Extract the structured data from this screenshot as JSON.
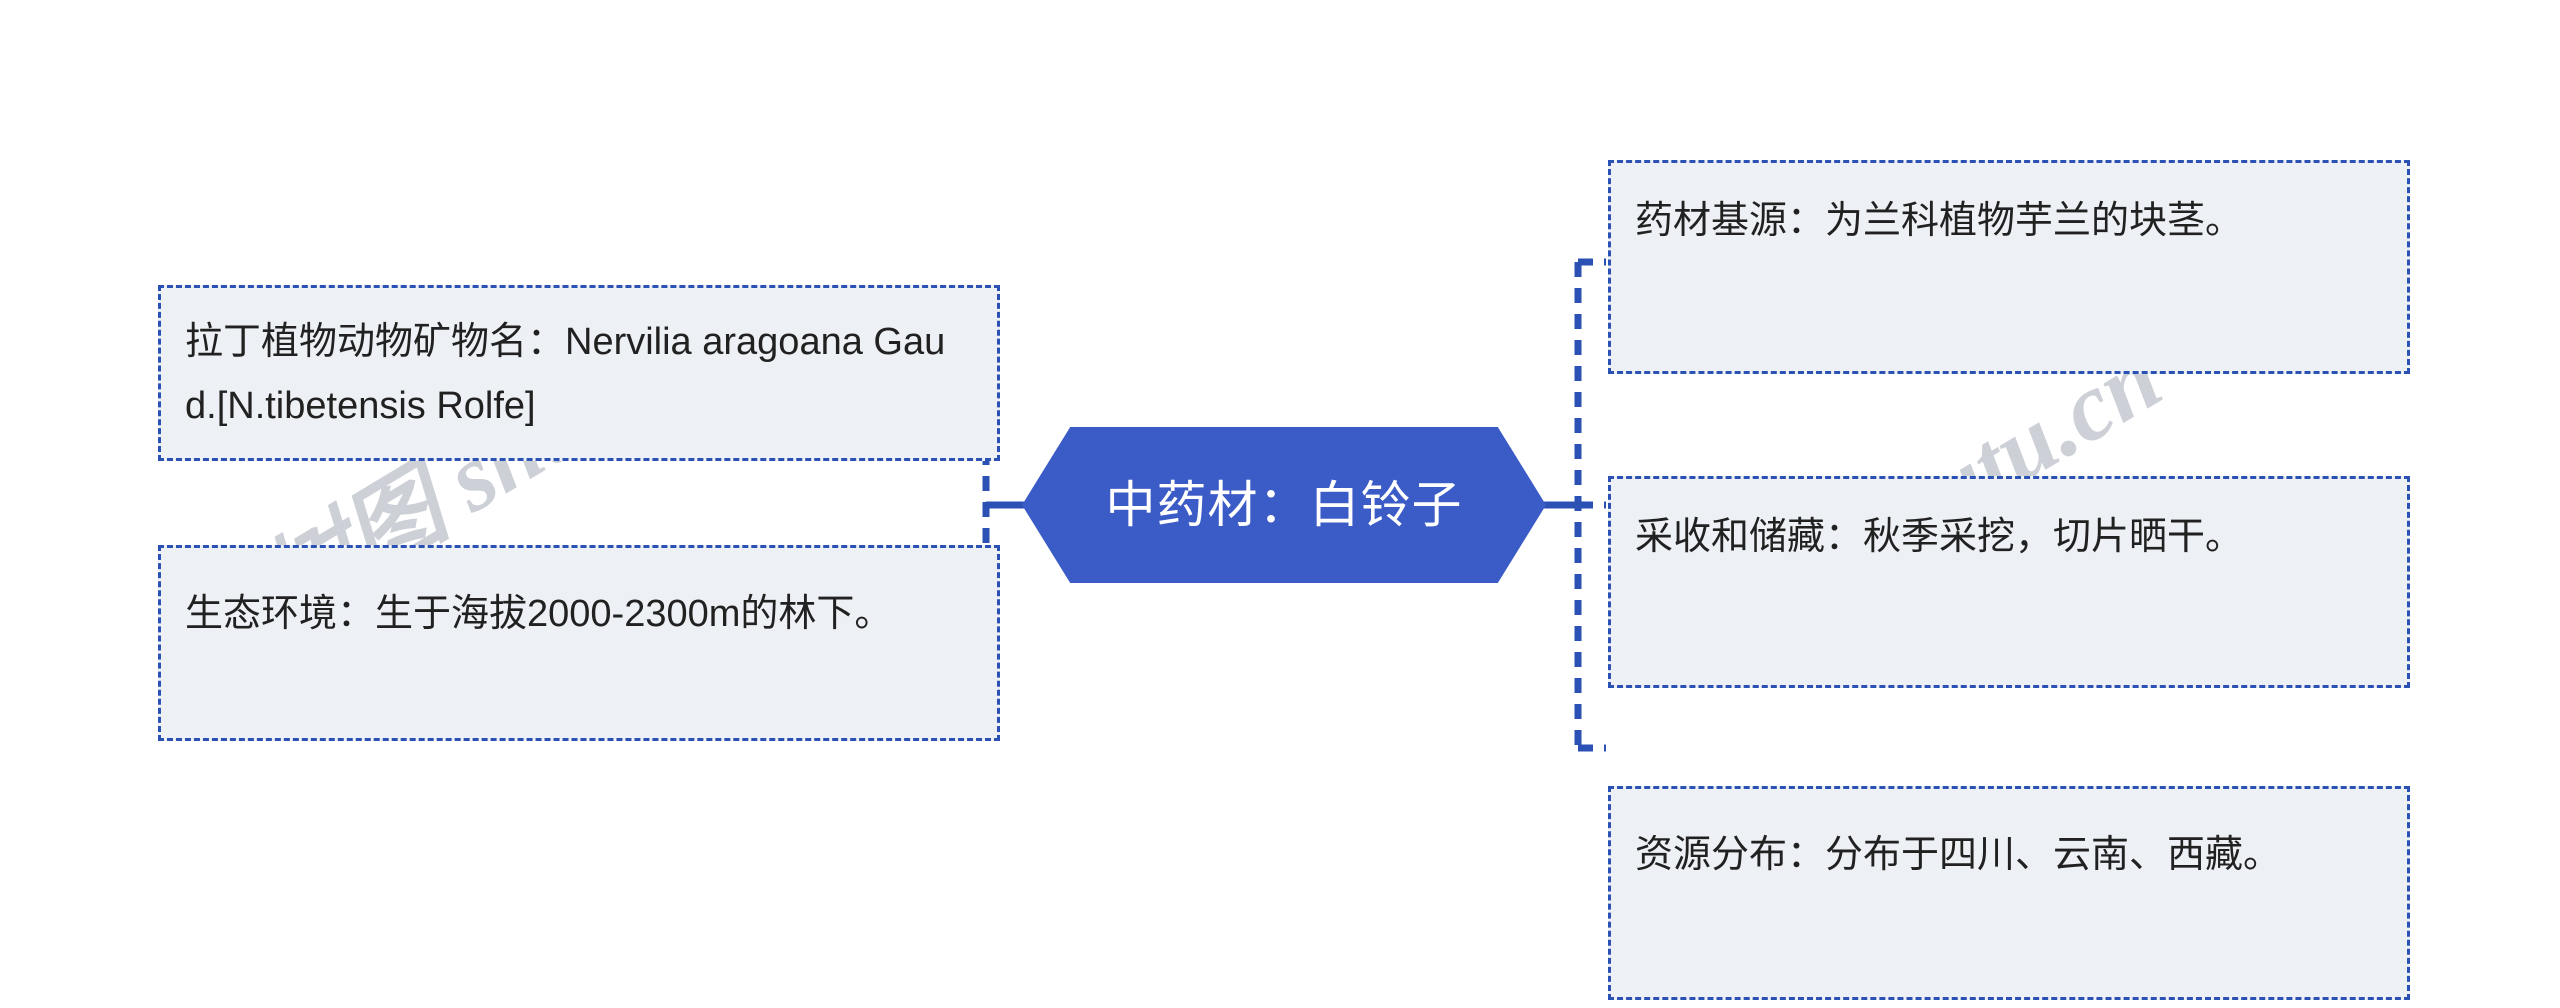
{
  "diagram": {
    "type": "mind-map",
    "title": "中药材：白铃子",
    "orientation": "horizontal-bidirectional"
  },
  "colors": {
    "central_node_fill": "#3B5BC6",
    "central_node_text": "#FFFFFF",
    "branch_fill": "#EDF0F4",
    "branch_border": "#2B51B4",
    "branch_text": "#212121",
    "connector": "#2B51B4",
    "watermark": "#CDD0D6",
    "background": "#FFFFFF"
  },
  "central_node": {
    "label": "中药材：白铃子",
    "shape": "hexagon"
  },
  "left_branches": [
    {
      "id": "latin-name",
      "label": "拉丁植物动物矿物名：Nervilia aragoana Gaud.[N.tibetensis Rolfe]"
    },
    {
      "id": "habitat",
      "label": "生态环境：生于海拔2000-2300m的林下。"
    }
  ],
  "right_branches": [
    {
      "id": "source",
      "label": "药材基源：为兰科植物芋兰的块茎。"
    },
    {
      "id": "harvest",
      "label": "采收和储藏：秋季采挖，切片晒干。"
    },
    {
      "id": "distribution",
      "label": "资源分布：分布于四川、云南、西藏。"
    }
  ],
  "watermarks": {
    "left": "树图 shutu.cn",
    "right": "树图 shutu.cn"
  }
}
